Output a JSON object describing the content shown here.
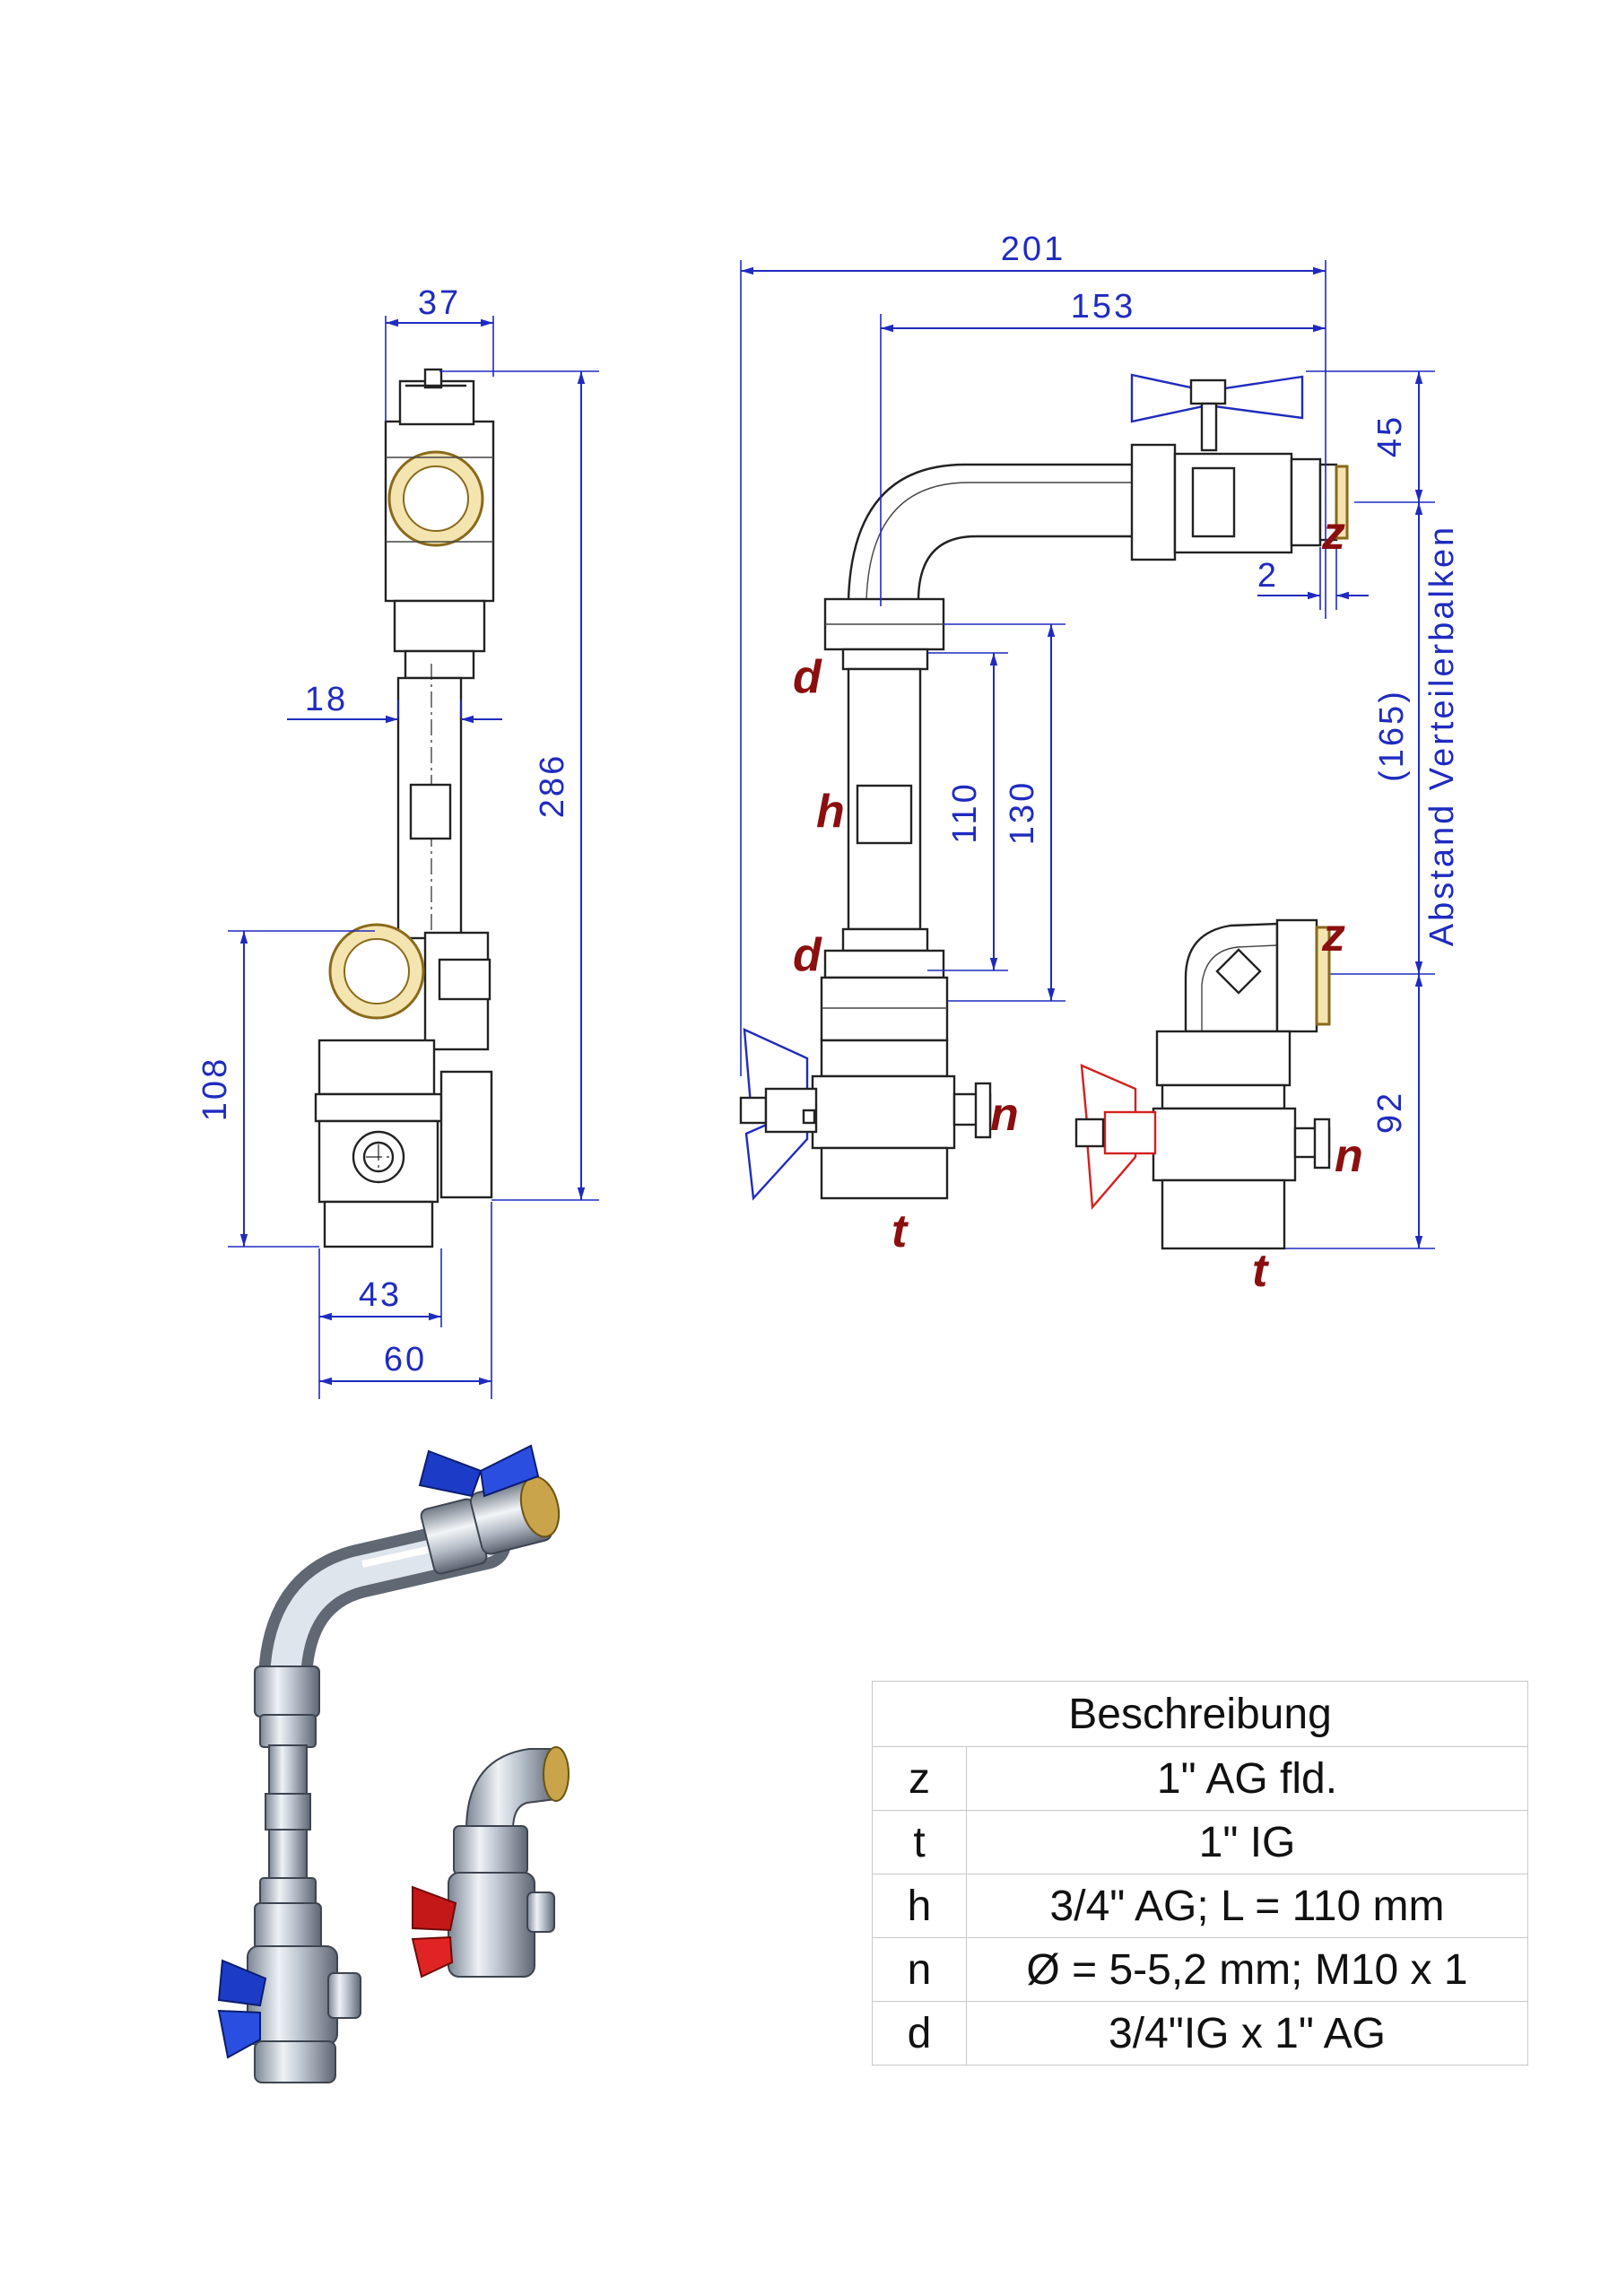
{
  "dimensions": {
    "front_width_top": "37",
    "pipe_offset": "18",
    "total_height": "286",
    "lower_height": "108",
    "bottom_width_inner": "43",
    "bottom_width_outer": "60",
    "side_total_width": "201",
    "side_inner_width": "153",
    "valve_top_height": "45",
    "gap": "2",
    "pipe_length": "110",
    "pipe_total": "130",
    "spacing": "(165)",
    "spacing_label": "Abstand Verteilerbalken",
    "elbow_height": "92"
  },
  "labels": {
    "z": "z",
    "t": "t",
    "h": "h",
    "n": "n",
    "d": "d"
  },
  "table": {
    "header": "Beschreibung",
    "rows": [
      {
        "key": "z",
        "value": "1\" AG fld."
      },
      {
        "key": "t",
        "value": "1\" IG"
      },
      {
        "key": "h",
        "value": "3/4\" AG; L = 110 mm"
      },
      {
        "key": "n",
        "value": "Ø = 5-5,2 mm; M10 x 1"
      },
      {
        "key": "d",
        "value": "3/4\"IG x 1\" AG"
      }
    ]
  },
  "colors": {
    "dimension": "#1f2bbf",
    "label": "#8b0f0f",
    "handle_blue": "#1f2bbf",
    "handle_red": "#d42020",
    "brass": "#d8b860"
  }
}
